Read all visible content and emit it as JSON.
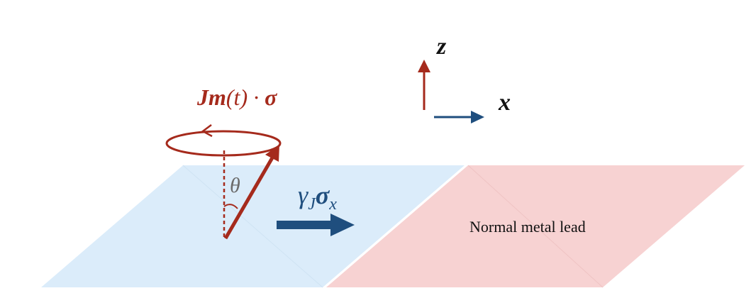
{
  "colors": {
    "red": "#a52a1c",
    "blue": "#1f4e7e",
    "light_blue": "#dbecfa",
    "light_pink": "#f7d2d2",
    "gray_text": "#6b6b6b"
  },
  "labels": {
    "axis_z": "z",
    "axis_x": "x",
    "exchange_J": "J",
    "exchange_m": "m",
    "exchange_t": "(t) · ",
    "exchange_sigma": "σ",
    "theta": "θ",
    "gamma": "γ",
    "gamma_sub": "J",
    "gamma_sigma": "σ",
    "gamma_sigma_sub": "x",
    "lead": "Normal metal lead"
  }
}
